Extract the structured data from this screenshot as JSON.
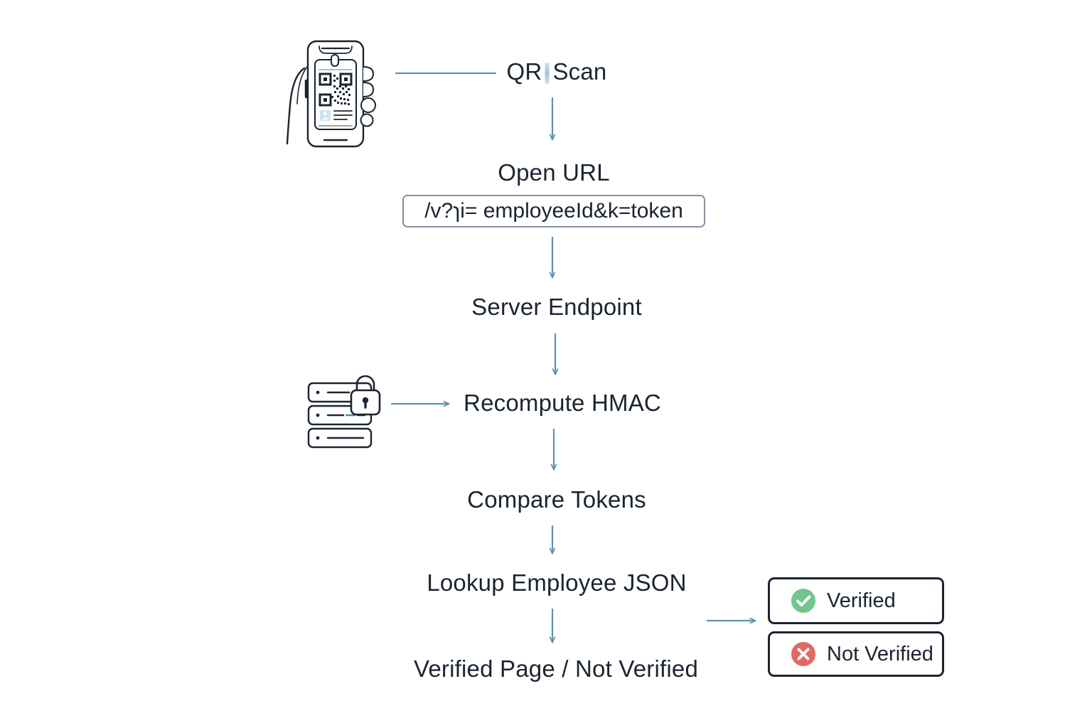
{
  "diagram": {
    "title": "QR badge verification flow",
    "background": "#ffffff",
    "text_color": "#1b2430",
    "arrow_color": "#5d93ae",
    "urlbox_border": "#8491a0",
    "badge_border": "#1b2430",
    "verified_color": "#72c68d",
    "not_verified_color": "#de6a63",
    "scan_beam_color": "#9cc6dd"
  },
  "nodes": {
    "qr_scan_prefix": "QR",
    "qr_scan_suffix": "Scan",
    "open_url": "Open URL",
    "url_value": "/v?ɿi= employeeId&k=token",
    "server_endpoint": "Server Endpoint",
    "recompute_hmac": "Recompute HMAC",
    "compare_tokens": "Compare Tokens",
    "lookup_employee_json": "Lookup Employee JSON",
    "final_outcome": "Verified Page / Not Verified"
  },
  "badges": [
    {
      "id": "verified",
      "label": "Verified",
      "icon": "check-circle-icon",
      "color": "#72c68d"
    },
    {
      "id": "not-verified",
      "label": "Not Verified",
      "icon": "x-circle-icon",
      "color": "#de6a63"
    }
  ],
  "illustrations": [
    {
      "id": "phone-qr-badge",
      "name": "hand-holding-phone-with-qr-badge-icon"
    },
    {
      "id": "server-lock",
      "name": "secure-server-rack-icon"
    }
  ],
  "connectors": [
    {
      "from": "phone-illustration",
      "to": "qr_scan",
      "kind": "line",
      "orientation": "horizontal"
    },
    {
      "from": "qr_scan",
      "to": "open_url",
      "kind": "arrow",
      "orientation": "vertical"
    },
    {
      "from": "url_value",
      "to": "server_endpoint",
      "kind": "arrow",
      "orientation": "vertical"
    },
    {
      "from": "server_endpoint",
      "to": "recompute_hmac",
      "kind": "arrow",
      "orientation": "vertical"
    },
    {
      "from": "server-illustration",
      "to": "recompute_hmac",
      "kind": "arrow",
      "orientation": "horizontal"
    },
    {
      "from": "recompute_hmac",
      "to": "compare_tokens",
      "kind": "arrow",
      "orientation": "vertical"
    },
    {
      "from": "compare_tokens",
      "to": "lookup_employee_json",
      "kind": "arrow",
      "orientation": "vertical"
    },
    {
      "from": "lookup_employee_json",
      "to": "final_outcome",
      "kind": "arrow",
      "orientation": "vertical"
    },
    {
      "from": "lookup_employee_json",
      "to": "badges",
      "kind": "arrow",
      "orientation": "horizontal"
    }
  ]
}
